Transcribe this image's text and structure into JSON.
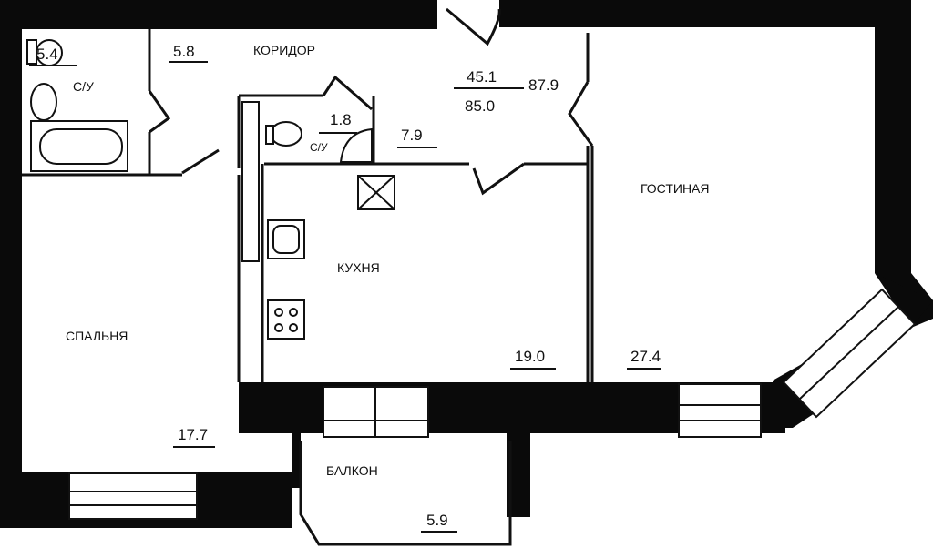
{
  "rooms": {
    "bathroom_1": {
      "label": "С/У",
      "area": "5.4"
    },
    "corridor": {
      "label": "КОРИДОР",
      "area": "5.8"
    },
    "bathroom_2": {
      "label": "С/У",
      "area": "1.8"
    },
    "hall": {
      "area": "7.9"
    },
    "kitchen": {
      "label": "КУХНЯ",
      "area": "19.0"
    },
    "living_room": {
      "label": "ГОСТИНАЯ",
      "area": "27.4"
    },
    "bedroom": {
      "label": "СПАЛЬНЯ",
      "area": "17.7"
    },
    "balcony": {
      "label": "БАЛКОН",
      "area": "5.9"
    }
  },
  "totals": {
    "living": "45.1",
    "total": "85.0",
    "total_with_balcony": "87.9"
  }
}
